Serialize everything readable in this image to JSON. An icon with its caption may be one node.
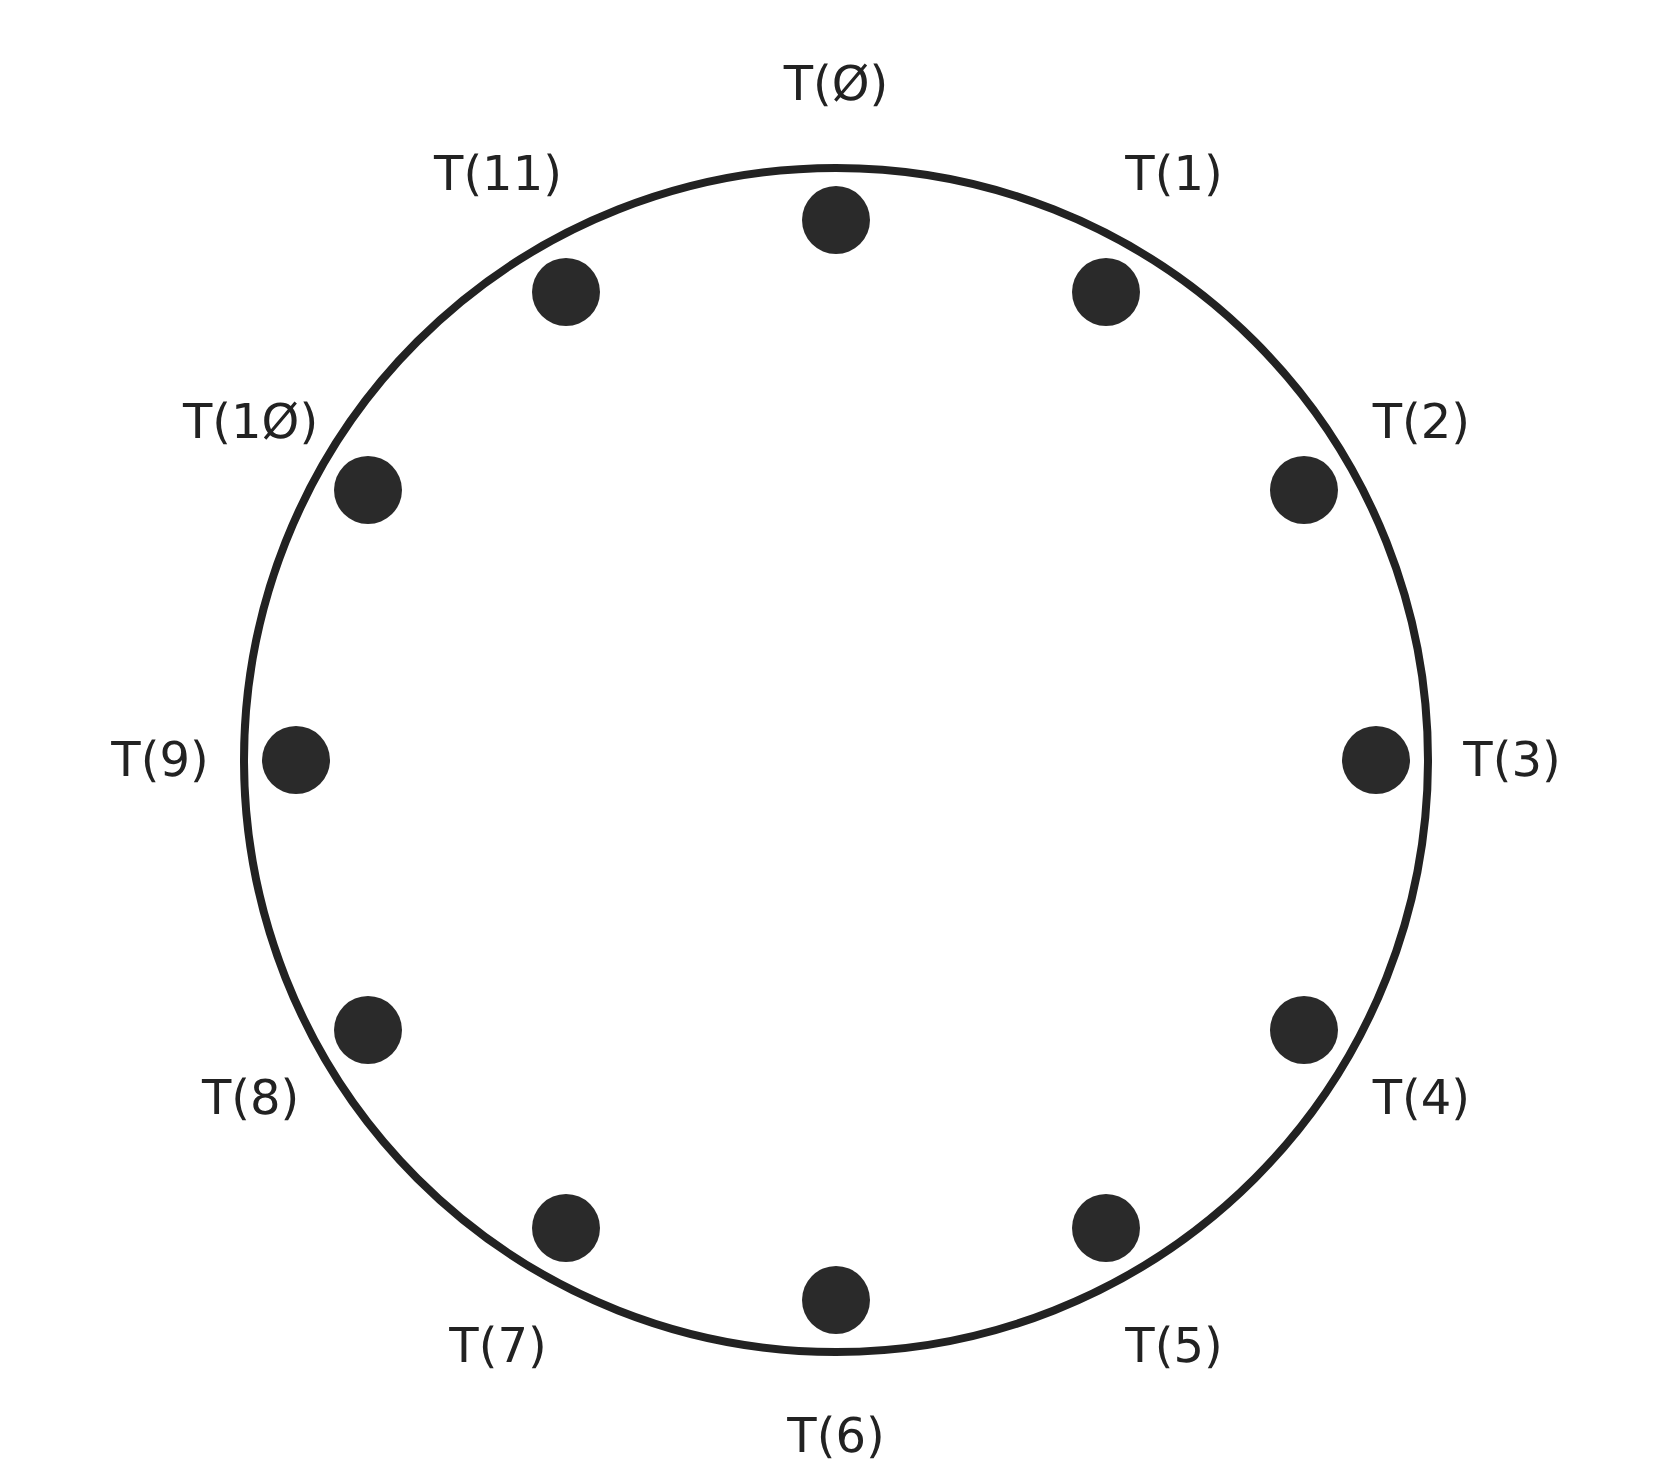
{
  "diagram": {
    "nodes": [
      {
        "text": [],
        "shape": "circle"
      },
      {
        "text": [],
        "shape": "circle",
        "in": 0,
        "beside": [
          "T(Ø)"
        ]
      },
      {
        "text": [],
        "shape": "circle",
        "in": 0,
        "beside": [
          "T(1)"
        ]
      },
      {
        "text": [],
        "shape": "circle",
        "in": 0,
        "beside": [
          "T(2)"
        ]
      },
      {
        "text": [],
        "shape": "circle",
        "in": 0,
        "beside": [
          "T(3)"
        ]
      },
      {
        "text": [],
        "shape": "circle",
        "in": 0,
        "beside": [
          "T(4)"
        ]
      },
      {
        "text": [],
        "shape": "circle",
        "in": 0,
        "beside": [
          "T(5)"
        ]
      },
      {
        "text": [],
        "shape": "circle",
        "in": 0,
        "beside": [
          "T(6)"
        ]
      },
      {
        "text": [],
        "shape": "circle",
        "in": 0,
        "beside": [
          "T(7)"
        ]
      },
      {
        "text": [],
        "shape": "circle",
        "in": 0,
        "beside": [
          "T(8)"
        ]
      },
      {
        "text": [],
        "shape": "circle",
        "in": 0,
        "beside": [
          "T(9)"
        ]
      },
      {
        "text": [],
        "shape": "circle",
        "in": 0,
        "beside": [
          "T(1Ø)"
        ]
      },
      {
        "text": [],
        "shape": "circle",
        "in": 0,
        "beside": [
          "T(11)"
        ]
      }
    ]
  }
}
